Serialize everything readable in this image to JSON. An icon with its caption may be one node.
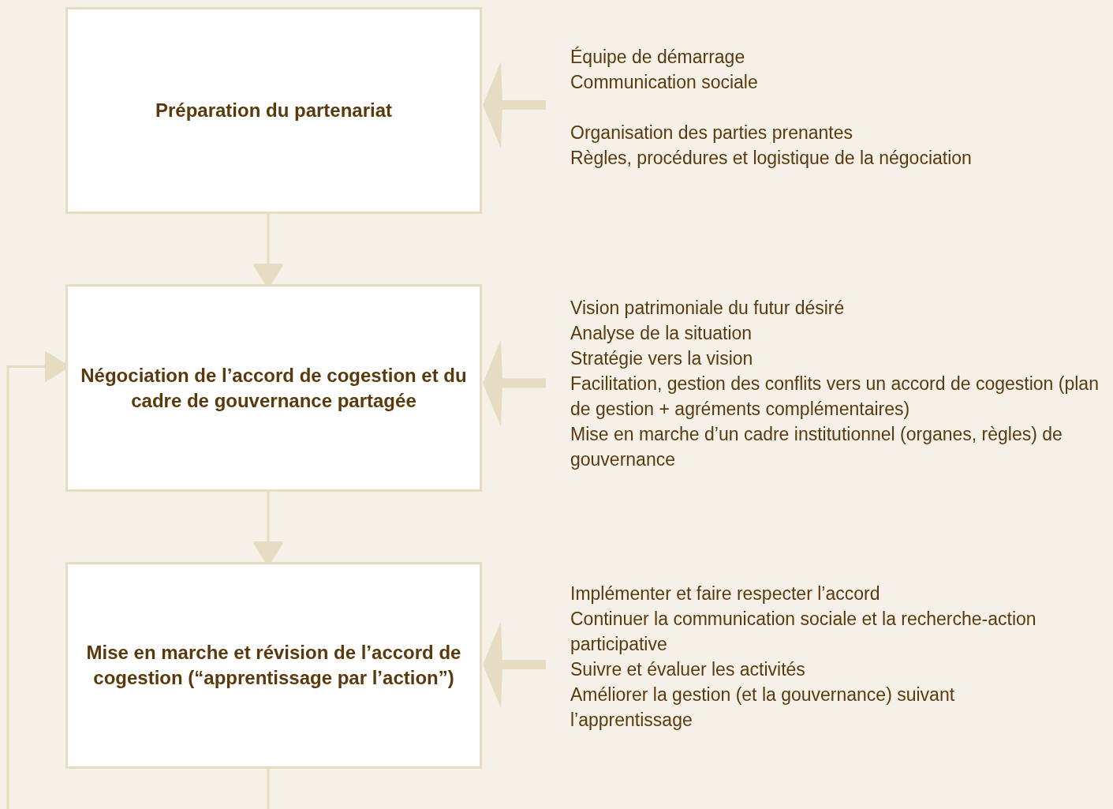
{
  "diagram": {
    "nodes": [
      {
        "text": [
          "Préparation du partenariat"
        ]
      },
      {
        "text": [
          "Négociation de l’accord de cogestion et du cadre de gouvernance partagée"
        ]
      },
      {
        "text": [
          "Mise en marche et révision de l’accord de cogestion (“apprentissage par l’action”)"
        ]
      },
      {
        "text": [
          "Équipe de démarrage",
          "Communication sociale",
          "Organisation des parties prenantes",
          "Règles, procédures et logistique de la négociation"
        ]
      },
      {
        "text": [
          "Vision patrimoniale du futur désiré",
          "Analyse de la situation",
          "Stratégie vers la vision",
          "Facilitation, gestion des conflits vers un accord de cogestion (plan de gestion + agréments complémentaires)",
          "Mise en marche d’un cadre institutionnel (organes, règles) de gouvernance"
        ]
      },
      {
        "text": [
          "Implémenter et faire respecter l’accord",
          "Continuer la communication sociale et la recherche-action participative",
          "Suivre et évaluer les activités",
          "Améliorer la gestion (et la gouvernance) suivant l’apprentissage"
        ]
      }
    ],
    "edges": [
      {
        "from": 0,
        "to": 1,
        "arrow": "to"
      },
      {
        "from": 1,
        "to": 2,
        "arrow": "to"
      },
      {
        "from": 2,
        "to": 1,
        "arrow": "to"
      },
      {
        "from": 3,
        "to": 0,
        "arrow": "to",
        "style": "thick"
      },
      {
        "from": 4,
        "to": 1,
        "arrow": "to",
        "style": "thick"
      },
      {
        "from": 5,
        "to": 2,
        "arrow": "to",
        "style": "thick"
      }
    ]
  }
}
